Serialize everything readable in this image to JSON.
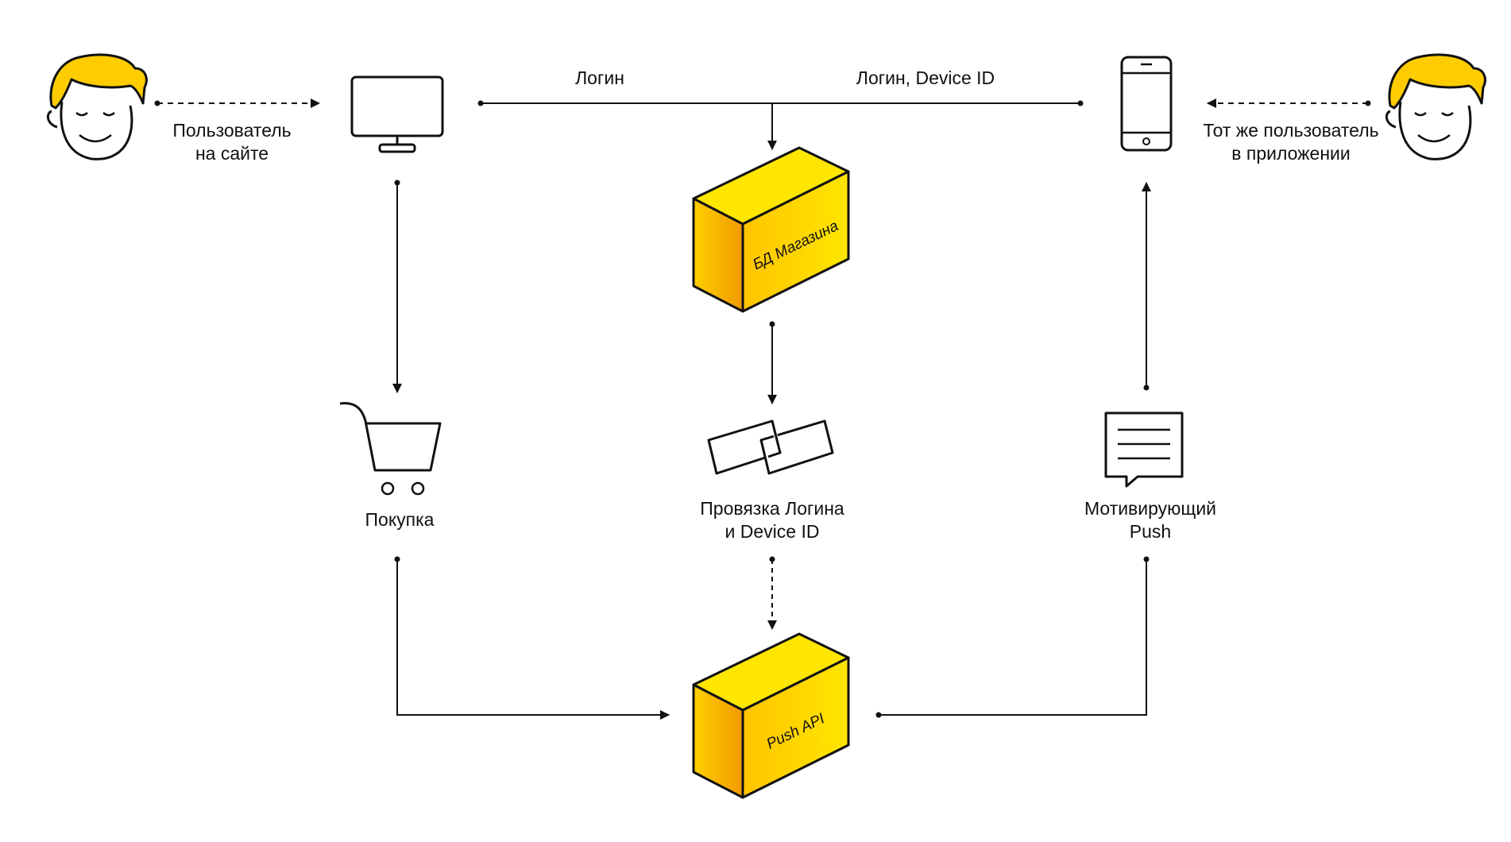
{
  "colors": {
    "line": "#111111",
    "box_light": "#ffe600",
    "box_dark": "#f29a00",
    "hair": "#f5b800"
  },
  "icons": [
    "user-face-icon",
    "desktop-monitor-icon",
    "smartphone-icon",
    "shopping-cart-icon",
    "link-chain-icon",
    "message-bubble-icon"
  ],
  "labels": {
    "user_site": [
      "Пользователь",
      "на сайте"
    ],
    "user_app": [
      "Тот же пользователь",
      "в приложении"
    ],
    "login": "Логин",
    "login_device": "Логин, Device ID",
    "purchase": "Покупка",
    "binding": [
      "Провязка Логина",
      "и Device ID"
    ],
    "push": [
      "Мотивирующий",
      "Push"
    ]
  },
  "boxes": {
    "shop_db": "БД Магазина",
    "push_api": "Push API"
  }
}
